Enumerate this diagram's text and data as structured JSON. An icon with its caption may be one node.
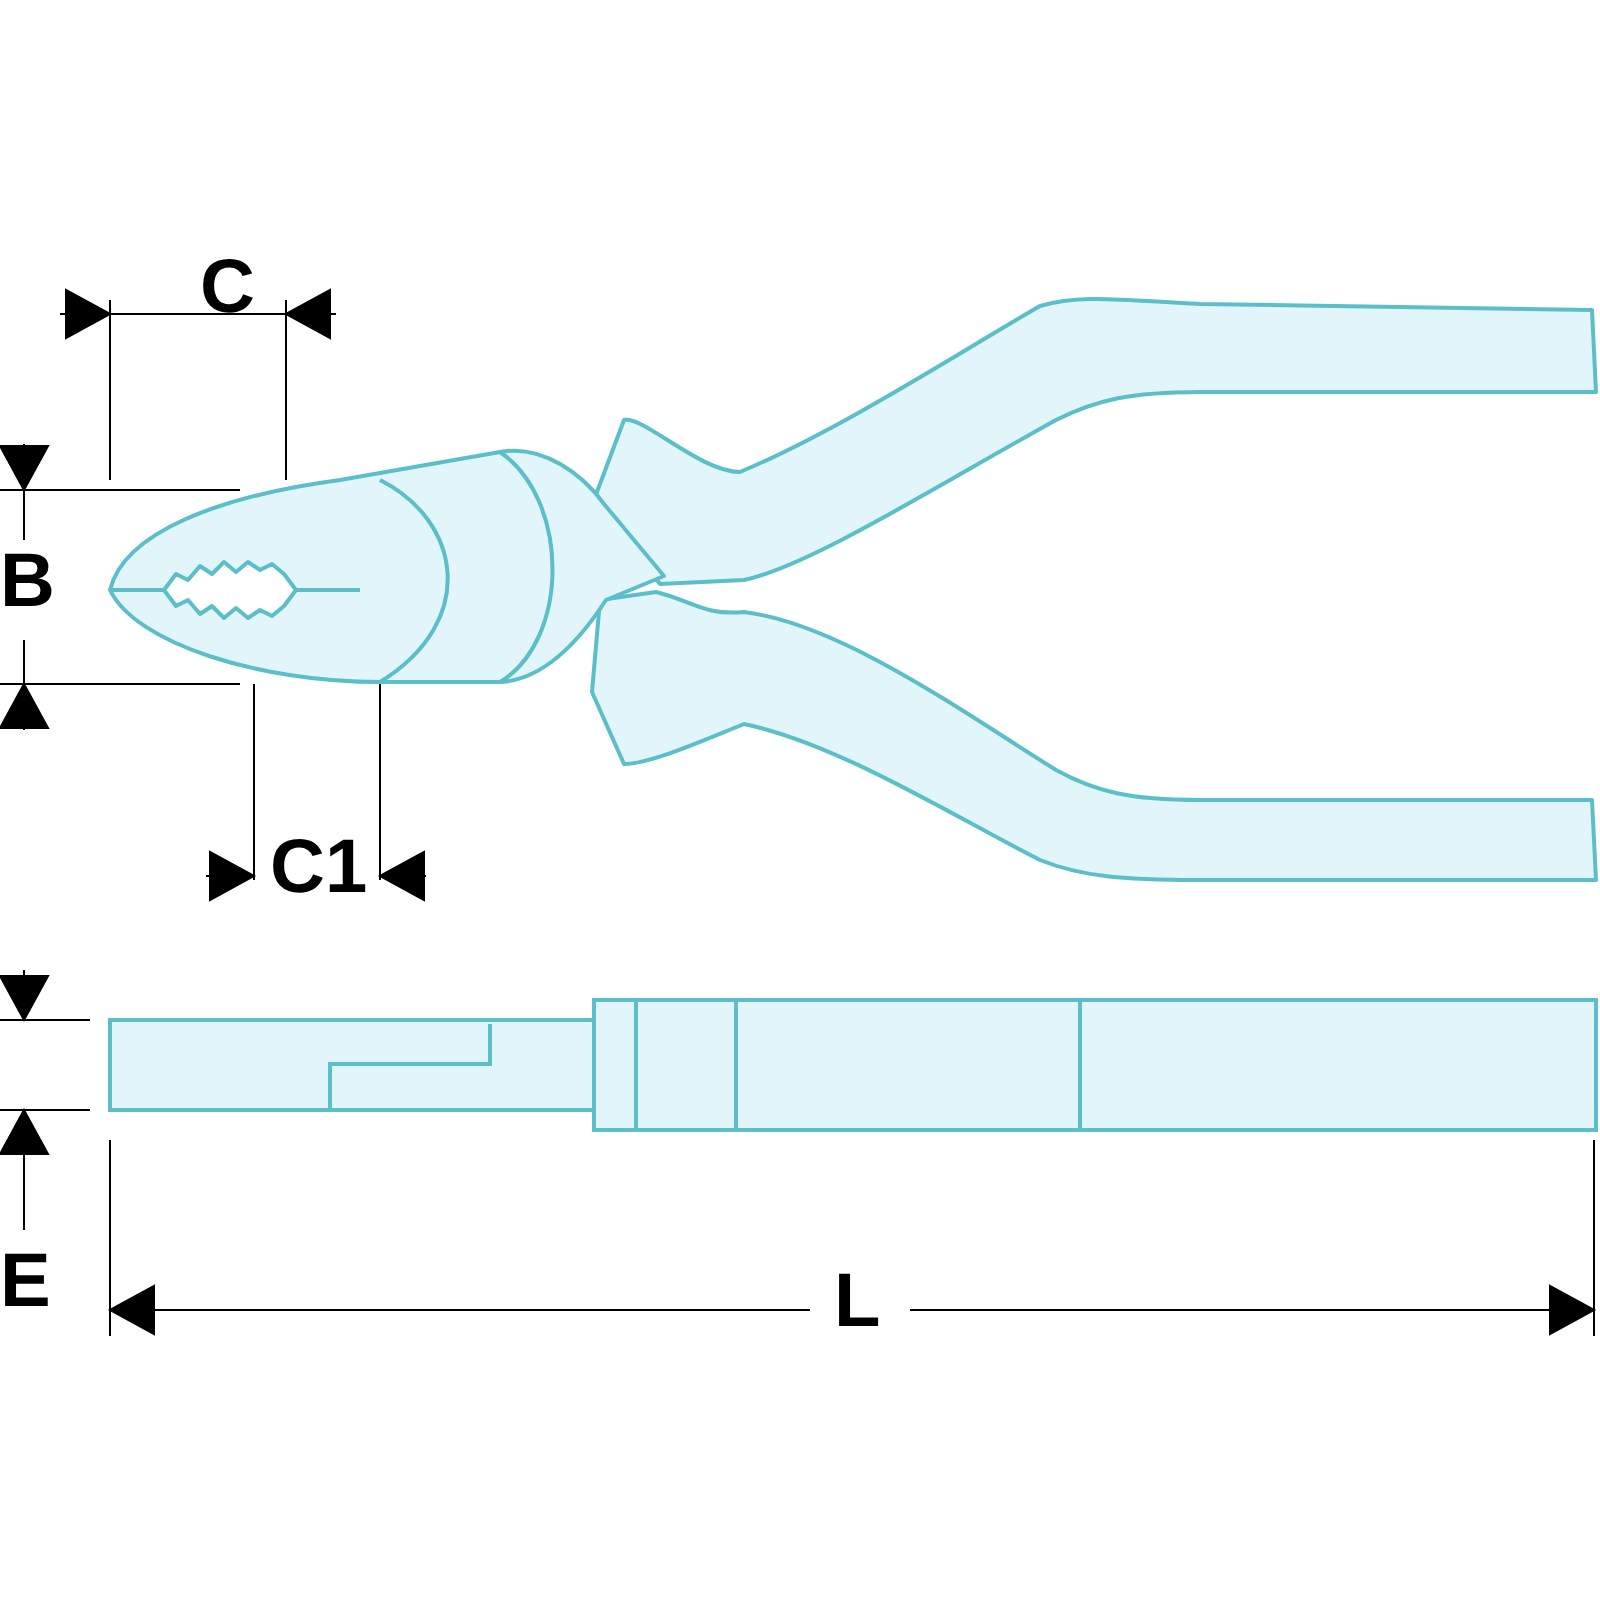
{
  "diagram": {
    "labels": [
      "C",
      "B",
      "C1",
      "E",
      "L"
    ]
  }
}
